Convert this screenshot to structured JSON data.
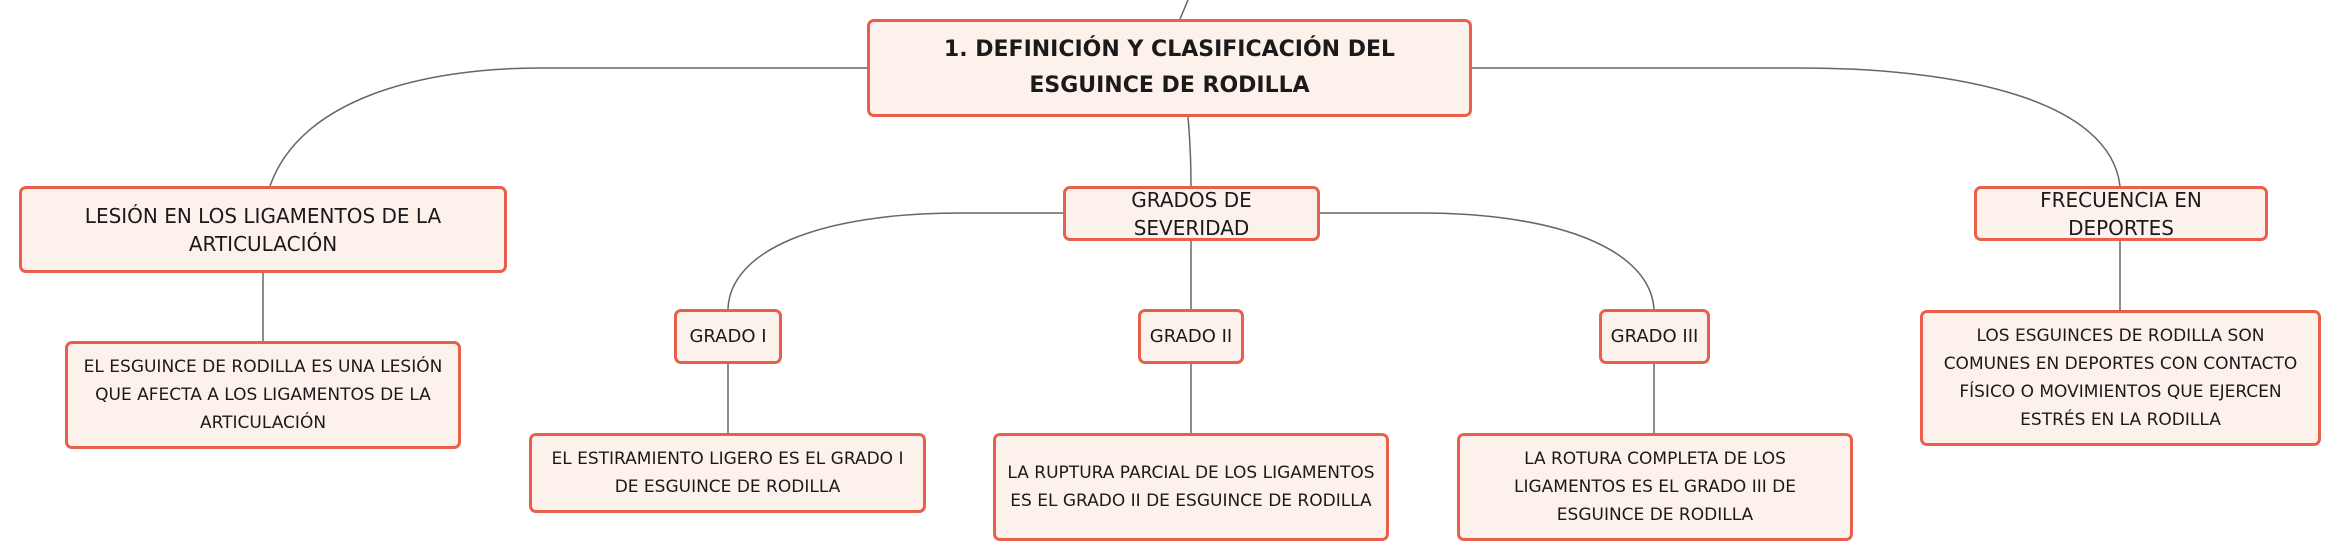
{
  "colors": {
    "node_fill": "#fdf1ec",
    "node_border": "#e8604c",
    "connector": "#666666",
    "text": "#1a1a1a"
  },
  "root": {
    "label": "1. DEFINICIÓN Y CLASIFICACIÓN DEL ESGUINCE DE RODILLA"
  },
  "branches": {
    "lesion": {
      "label": "LESIÓN EN LOS LIGAMENTOS DE LA ARTICULACIÓN",
      "detail": "EL ESGUINCE DE RODILLA ES UNA LESIÓN QUE AFECTA A LOS LIGAMENTOS DE LA ARTICULACIÓN"
    },
    "grados": {
      "label": "GRADOS DE SEVERIDAD",
      "children": [
        {
          "label": "GRADO I",
          "detail": "EL ESTIRAMIENTO LIGERO ES EL GRADO I DE ESGUINCE DE RODILLA"
        },
        {
          "label": "GRADO II",
          "detail": "LA RUPTURA PARCIAL DE LOS LIGAMENTOS ES EL GRADO II DE ESGUINCE DE RODILLA"
        },
        {
          "label": "GRADO III",
          "detail": "LA ROTURA COMPLETA DE LOS LIGAMENTOS ES EL GRADO III DE ESGUINCE DE RODILLA"
        }
      ]
    },
    "frecuencia": {
      "label": "FRECUENCIA EN DEPORTES",
      "detail": "LOS ESGUINCES DE RODILLA SON COMUNES EN DEPORTES CON CONTACTO FÍSICO O MOVIMIENTOS QUE EJERCEN ESTRÉS EN LA RODILLA"
    }
  }
}
